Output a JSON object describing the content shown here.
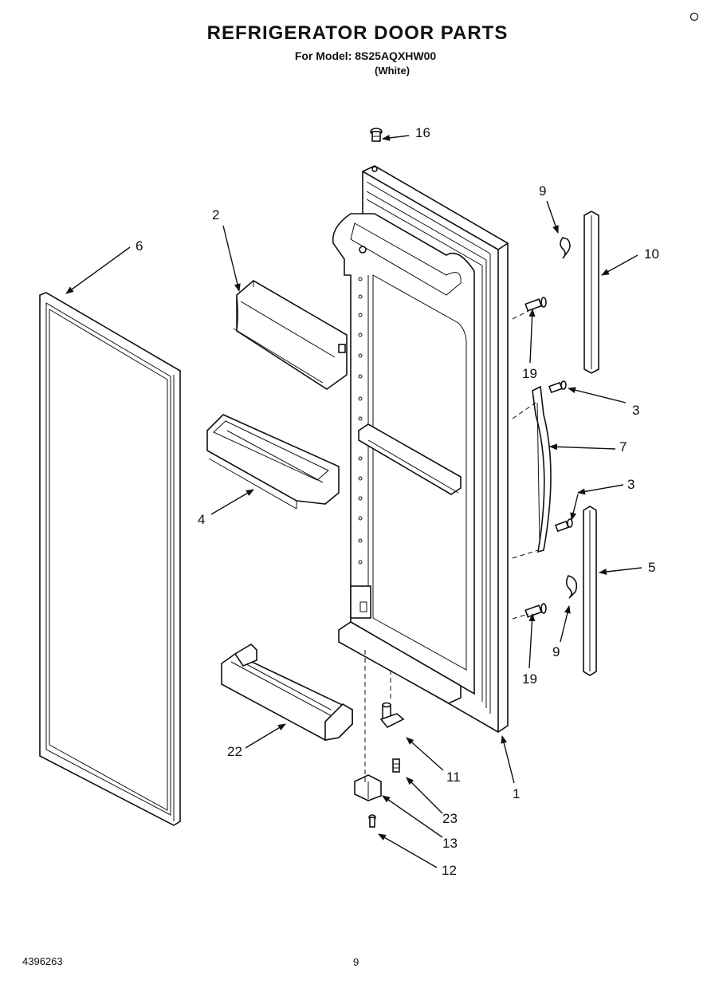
{
  "header": {
    "title": "REFRIGERATOR DOOR PARTS",
    "subtitle": "For Model: 8S25AQXHW00",
    "variant": "(White)"
  },
  "footer": {
    "doc_number": "4396263",
    "page_number": "9"
  },
  "callouts": {
    "c1": "1",
    "c2": "2",
    "c3a": "3",
    "c3b": "3",
    "c4": "4",
    "c5": "5",
    "c6": "6",
    "c7": "7",
    "c9a": "9",
    "c9b": "9",
    "c10": "10",
    "c11": "11",
    "c12": "12",
    "c13": "13",
    "c16": "16",
    "c19a": "19",
    "c19b": "19",
    "c22": "22",
    "c23": "23"
  }
}
